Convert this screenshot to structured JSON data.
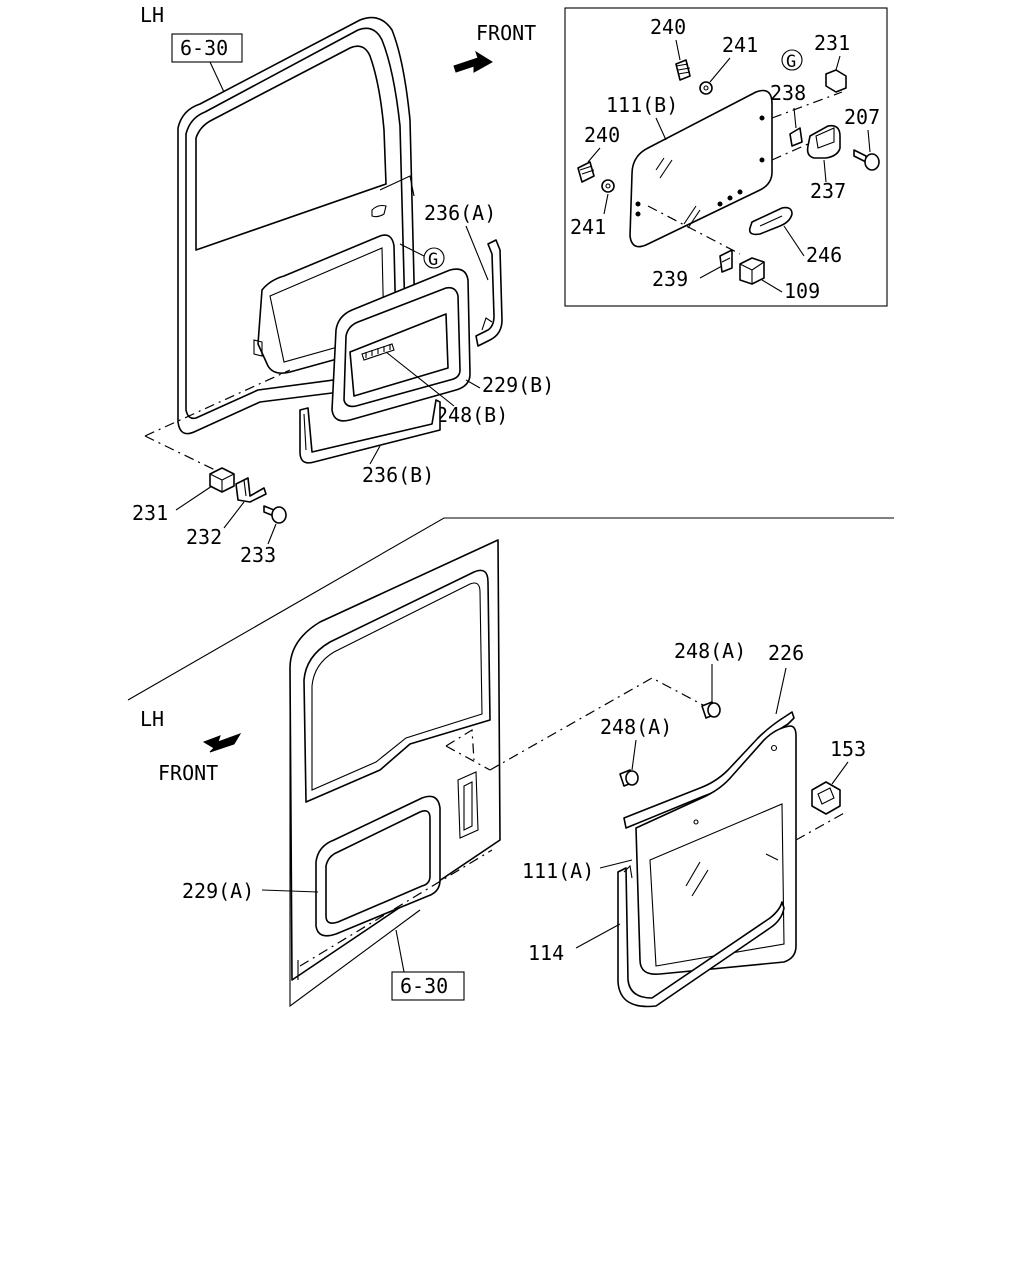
{
  "top": {
    "side_label": "LH",
    "ref_box": "6-30",
    "front_label": "FRONT",
    "parts": {
      "p236A": "236(A)",
      "g_marker": "G",
      "p229B": "229(B)",
      "p248B": "248(B)",
      "p236B": "236(B)",
      "p231": "231",
      "p232": "232",
      "p233": "233"
    }
  },
  "inset": {
    "parts": {
      "p240a": "240",
      "p241a": "241",
      "g_marker": "G",
      "p231": "231",
      "p111B": "111(B)",
      "p238": "238",
      "p207": "207",
      "p240b": "240",
      "p237": "237",
      "p241b": "241",
      "p246": "246",
      "p239": "239",
      "p109": "109"
    }
  },
  "bottom": {
    "side_label": "LH",
    "front_label": "FRONT",
    "ref_box": "6-30",
    "parts": {
      "p248A1": "248(A)",
      "p226": "226",
      "p248A2": "248(A)",
      "p153": "153",
      "p111A": "111(A)",
      "p229A": "229(A)",
      "p114": "114"
    }
  }
}
